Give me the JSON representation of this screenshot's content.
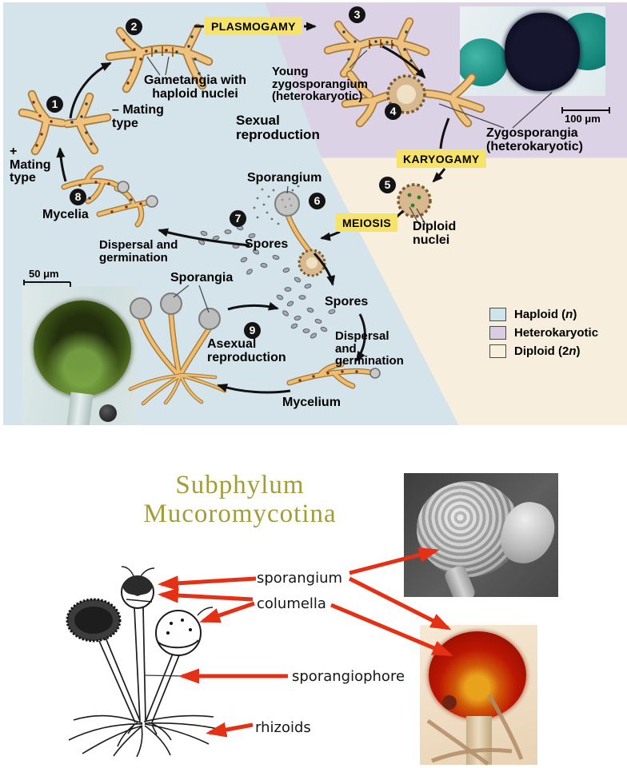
{
  "top_panel": {
    "steps": [
      "1",
      "2",
      "3",
      "4",
      "5",
      "6",
      "7",
      "8",
      "9"
    ],
    "boxes": {
      "plasmogamy": "PLASMOGAMY",
      "karyogamy": "KARYOGAMY",
      "meiosis": "MEIOSIS"
    },
    "labels": {
      "gametangia": "Gametangia with\nhaploid nuclei",
      "minus_mating": "– Mating\ntype",
      "plus_mating": "+\nMating\ntype",
      "mycelia": "Mycelia",
      "sexual": "Sexual\nreproduction",
      "young_zygosporangium": "Young\nzygosporangium\n(heterokaryotic)",
      "zygosporangia": "Zygosporangia\n(heterokaryotic)",
      "sporangium": "Sporangium",
      "diploid_nuclei": "Diploid\nnuclei",
      "spores_upper": "Spores",
      "dispersal_left": "Dispersal and\ngermination",
      "sporangia": "Sporangia",
      "spores_lower": "Spores",
      "asexual": "Asexual\nreproduction",
      "dispersal_right": "Dispersal\nand\ngermination",
      "mycelium": "Mycelium",
      "scale_100": "100 μm",
      "scale_50": "50 μm"
    },
    "legend": {
      "items": [
        {
          "pre": "Haploid (",
          "it": "n",
          "post": ")",
          "color": "#cfe3ea"
        },
        {
          "pre": "Heterokaryotic",
          "it": "",
          "post": "",
          "color": "#d9cde4"
        },
        {
          "pre": "Diploid (2",
          "it": "n",
          "post": ")",
          "color": "#f8f0dc"
        }
      ]
    },
    "colors": {
      "haploid_bg": "#d5e3ea",
      "heterokaryotic_bg": "#dcd2e6",
      "diploid_bg": "#f7eedd",
      "callout_bg": "#f5e36b"
    }
  },
  "bottom_panel": {
    "title": "Subphylum\nMucoromycotina",
    "labels": {
      "sporangium": "sporangium",
      "columella": "columella",
      "sporangiophore": "sporangiophore",
      "rhizoids": "rhizoids"
    },
    "arrow_color": "#e43014",
    "title_color": "#a29d39"
  }
}
